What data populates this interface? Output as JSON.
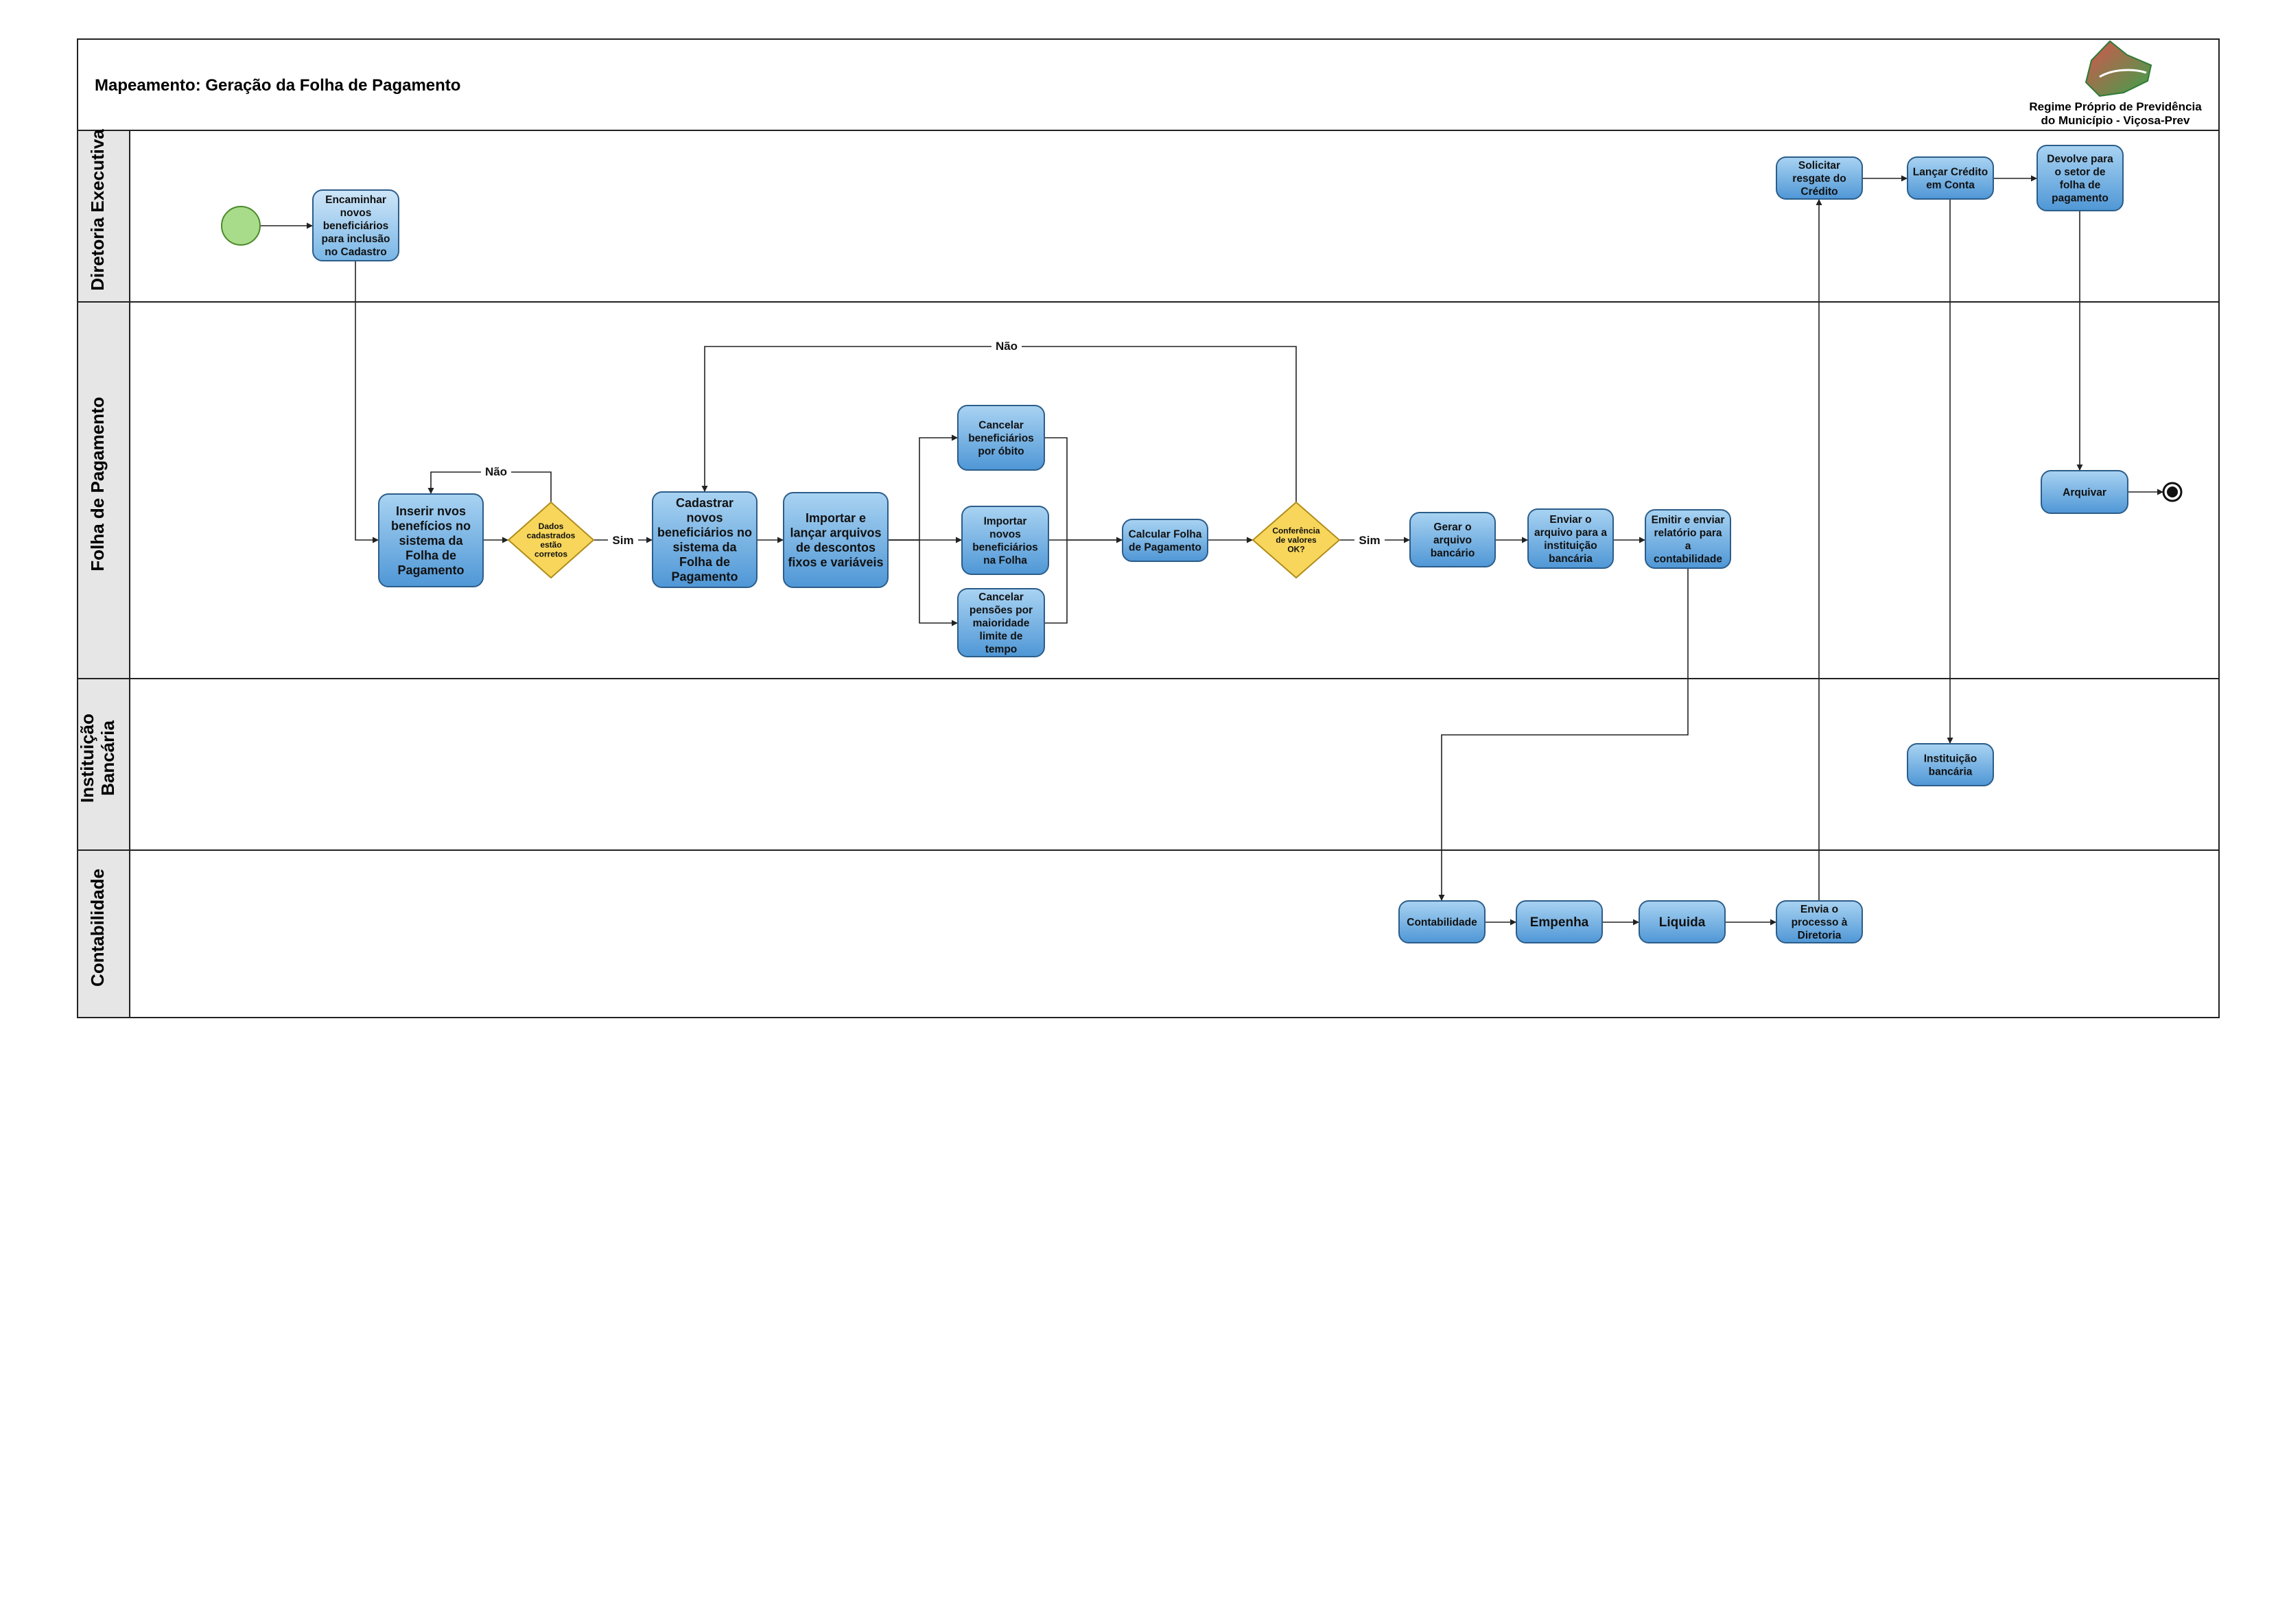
{
  "title": "Mapeamento: Geração da Folha de Pagamento",
  "organization": {
    "line1": "Regime Próprio de Previdência",
    "line2": "do Município - Viçosa-Prev",
    "logo_icon": "vicosa-prev-logo"
  },
  "colors": {
    "task_top": "#a9d3f2",
    "task_bottom": "#4f97d6",
    "task_stroke": "#2c5d8a",
    "task_light_top": "#cfe6f8",
    "task_light_bottom": "#79b6e6",
    "gateway": "#f7d65b",
    "gateway_stroke": "#b08d1a",
    "start": "#a8dc8a",
    "start_stroke": "#4a8a2a",
    "lane_header": "#e6e6e6"
  },
  "lanes": [
    {
      "id": "diretoria",
      "label_lines": [
        "Diretoria Executiva"
      ]
    },
    {
      "id": "folha",
      "label_lines": [
        "Folha de Pagamento"
      ]
    },
    {
      "id": "banco",
      "label_lines": [
        "Instituição",
        "Bancária"
      ]
    },
    {
      "id": "contab",
      "label_lines": [
        "Contabilidade"
      ]
    }
  ],
  "nodes": [
    {
      "id": "start",
      "type": "start"
    },
    {
      "id": "t_encaminhar",
      "type": "task",
      "variant": "light",
      "lines": [
        "Encaminhar",
        "novos",
        "beneficiários",
        "para inclusão",
        "no Cadastro"
      ]
    },
    {
      "id": "t_inserir",
      "type": "task",
      "lines": [
        "Inserir nvos",
        "benefícios no",
        "sistema da",
        "Folha de",
        "Pagamento"
      ]
    },
    {
      "id": "g_dados",
      "type": "gateway",
      "lines": [
        "Dados",
        "cadastrados",
        "estão",
        "corretos"
      ]
    },
    {
      "id": "t_cadastrar",
      "type": "task",
      "lines": [
        "Cadastrar",
        "novos",
        "beneficiários no",
        "sistema da",
        "Folha de",
        "Pagamento"
      ]
    },
    {
      "id": "t_importar_arq",
      "type": "task",
      "lines": [
        "Importar e",
        "lançar arquivos",
        "de descontos",
        "fixos e variáveis"
      ]
    },
    {
      "id": "t_canc_obito",
      "type": "task",
      "lines": [
        "Cancelar",
        "beneficiários",
        "por óbito"
      ]
    },
    {
      "id": "t_importar_novos",
      "type": "task",
      "lines": [
        "Importar",
        "novos",
        "beneficiários",
        "na Folha"
      ]
    },
    {
      "id": "t_canc_pensoes",
      "type": "task",
      "lines": [
        "Cancelar",
        "pensões por",
        "maioridade",
        "limite de",
        "tempo"
      ]
    },
    {
      "id": "t_calcular",
      "type": "task",
      "lines": [
        "Calcular Folha",
        "de Pagamento"
      ]
    },
    {
      "id": "g_conferencia",
      "type": "gateway",
      "lines": [
        "Conferência",
        "de valores",
        "OK?"
      ]
    },
    {
      "id": "t_gerar",
      "type": "task",
      "lines": [
        "Gerar o",
        "arquivo",
        "bancário"
      ]
    },
    {
      "id": "t_enviar_arq",
      "type": "task",
      "lines": [
        "Enviar o",
        "arquivo para a",
        "instituição",
        "bancária"
      ]
    },
    {
      "id": "t_emitir",
      "type": "task",
      "lines": [
        "Emitir e enviar",
        "relatório para",
        "a",
        "contabilidade"
      ]
    },
    {
      "id": "t_arquivar",
      "type": "task",
      "lines": [
        "Arquivar"
      ]
    },
    {
      "id": "end",
      "type": "end"
    },
    {
      "id": "t_solicitar",
      "type": "task",
      "lines": [
        "Solicitar",
        "resgate do",
        "Crédito"
      ]
    },
    {
      "id": "t_lancar",
      "type": "task",
      "lines": [
        "Lançar Crédito",
        "em Conta"
      ]
    },
    {
      "id": "t_devolve",
      "type": "task",
      "lines": [
        "Devolve para",
        "o setor de",
        "folha de",
        "pagamento"
      ]
    },
    {
      "id": "t_instituicao",
      "type": "task",
      "lines": [
        "Instituição",
        "bancária"
      ]
    },
    {
      "id": "t_contabilidade",
      "type": "task",
      "lines": [
        "Contabilidade"
      ]
    },
    {
      "id": "t_empenha",
      "type": "task",
      "lines": [
        "Empenha"
      ]
    },
    {
      "id": "t_liquida",
      "type": "task",
      "lines": [
        "Liquida"
      ]
    },
    {
      "id": "t_envia_dir",
      "type": "task",
      "lines": [
        "Envia o",
        "processo à",
        "Diretoria"
      ]
    }
  ],
  "edges": [
    {
      "from": "start",
      "to": "t_encaminhar"
    },
    {
      "from": "t_encaminhar",
      "to": "t_inserir"
    },
    {
      "from": "t_inserir",
      "to": "g_dados"
    },
    {
      "from": "g_dados",
      "to": "t_inserir",
      "label": "Não"
    },
    {
      "from": "g_dados",
      "to": "t_cadastrar",
      "label": "Sim"
    },
    {
      "from": "t_cadastrar",
      "to": "t_importar_arq"
    },
    {
      "from": "t_importar_arq",
      "to": "t_canc_obito"
    },
    {
      "from": "t_importar_arq",
      "to": "t_importar_novos"
    },
    {
      "from": "t_importar_arq",
      "to": "t_canc_pensoes"
    },
    {
      "from": "t_canc_obito",
      "to": "t_calcular"
    },
    {
      "from": "t_importar_novos",
      "to": "t_calcular"
    },
    {
      "from": "t_canc_pensoes",
      "to": "t_calcular"
    },
    {
      "from": "t_calcular",
      "to": "g_conferencia"
    },
    {
      "from": "g_conferencia",
      "to": "t_cadastrar",
      "label": "Não"
    },
    {
      "from": "g_conferencia",
      "to": "t_gerar",
      "label": "Sim"
    },
    {
      "from": "t_gerar",
      "to": "t_enviar_arq"
    },
    {
      "from": "t_enviar_arq",
      "to": "t_emitir"
    },
    {
      "from": "t_emitir",
      "to": "t_contabilidade"
    },
    {
      "from": "t_contabilidade",
      "to": "t_empenha"
    },
    {
      "from": "t_empenha",
      "to": "t_liquida"
    },
    {
      "from": "t_liquida",
      "to": "t_envia_dir"
    },
    {
      "from": "t_envia_dir",
      "to": "t_solicitar"
    },
    {
      "from": "t_solicitar",
      "to": "t_lancar"
    },
    {
      "from": "t_lancar",
      "to": "t_devolve"
    },
    {
      "from": "t_lancar",
      "to": "t_instituicao"
    },
    {
      "from": "t_devolve",
      "to": "t_arquivar"
    },
    {
      "from": "t_arquivar",
      "to": "end"
    }
  ]
}
